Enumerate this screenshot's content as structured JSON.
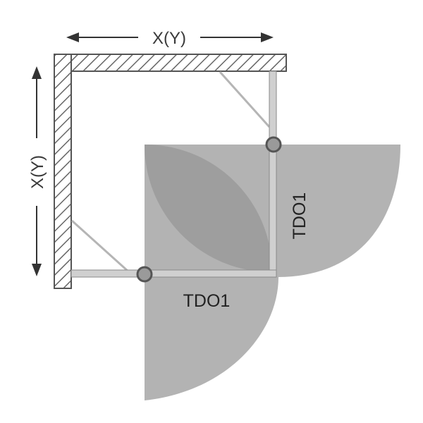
{
  "top_dimension": "X(Y)",
  "left_dimension": "X(Y)",
  "bottom_door_label": "TDO1",
  "right_door_label": "TDO1",
  "colors": {
    "wall_stroke": "#555555",
    "hatch": "#666666",
    "swing": "#b3b3b3",
    "swing_overlap": "#9e9e9e",
    "frame": "#d0d0d0",
    "hinge_fill": "#9a9a9a",
    "hinge_stroke": "#555555",
    "arrow": "#333333"
  }
}
